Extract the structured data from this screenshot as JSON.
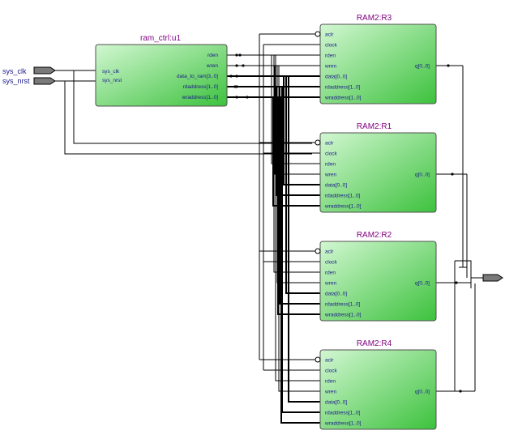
{
  "colors": {
    "block_light": "#c8f5c8",
    "block_dark": "#3dc23d",
    "block_border": "#505050",
    "wire": "#000000",
    "title": "#800080",
    "port_label": "#1a1a8c",
    "pin_fill": "#7a7a7a"
  },
  "inputs": [
    {
      "id": "sys_clk",
      "label": "sys_clk"
    },
    {
      "id": "sys_nrst",
      "label": "sys_nrst"
    }
  ],
  "output": {
    "id": "q-out",
    "label": ""
  },
  "controller": {
    "title": "ram_ctrl:u1",
    "inputs": [
      "sys_clk",
      "sys_nrst"
    ],
    "outputs": [
      "rden",
      "wren",
      "data_to_ram[3..0]",
      "rdaddress[1..0]",
      "wraddress[1..0]"
    ]
  },
  "rams": [
    {
      "title": "RAM2:R3",
      "ports": [
        "aclr",
        "clock",
        "rden",
        "wren",
        "data[0..0]",
        "rdaddress[1..0]",
        "wraddress[1..0]"
      ],
      "output": "q[0..0]"
    },
    {
      "title": "RAM2:R1",
      "ports": [
        "aclr",
        "clock",
        "rden",
        "wren",
        "data[0..0]",
        "rdaddress[1..0]",
        "wraddress[1..0]"
      ],
      "output": "q[0..0]"
    },
    {
      "title": "RAM2:R2",
      "ports": [
        "aclr",
        "clock",
        "rden",
        "wren",
        "data[0..0]",
        "rdaddress[1..0]",
        "wraddress[1..0]"
      ],
      "output": "q[0..0]"
    },
    {
      "title": "RAM2:R4",
      "ports": [
        "aclr",
        "clock",
        "rden",
        "wren",
        "data[0..0]",
        "rdaddress[1..0]",
        "wraddress[1..0]"
      ],
      "output": "q[0..0]"
    }
  ]
}
